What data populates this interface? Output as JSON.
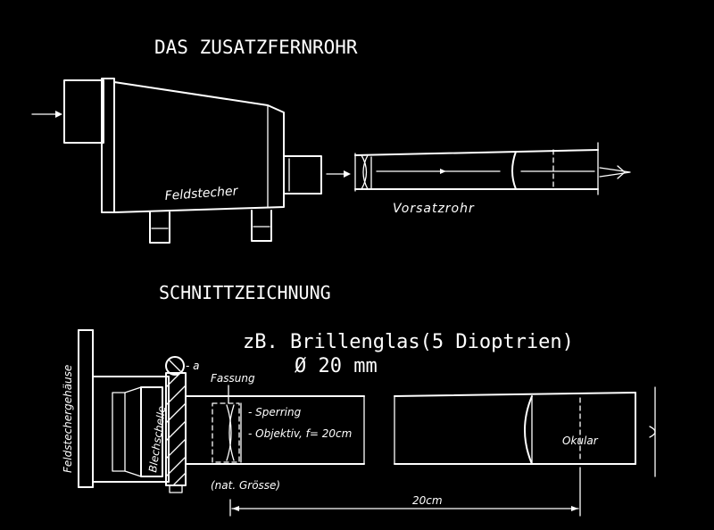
{
  "title_top": "DAS ZUSATZFERNROHR",
  "title_section": "SCHNITTZEICHNUNG",
  "labels": {
    "feldstecher": "Feldstecher",
    "vorsatzrohr": "Vorsatzrohr",
    "brillenglas_line1": "zB. Brillenglas(5 Dioptrien)",
    "brillenglas_line2": "Ø 20 mm",
    "feldstechergehaeuse": "Feldstechergehäuse",
    "blechschelle": "Blechschelle",
    "fassung": "Fassung",
    "sperring": "- Sperring",
    "objektiv": "- Objektiv, f= 20cm",
    "nat_groesse": "(nat. Grösse)",
    "okular": "Okular",
    "dimension": "20cm",
    "alpha": "- a"
  },
  "colors": {
    "background": "#000000",
    "ink": "#ffffff"
  }
}
